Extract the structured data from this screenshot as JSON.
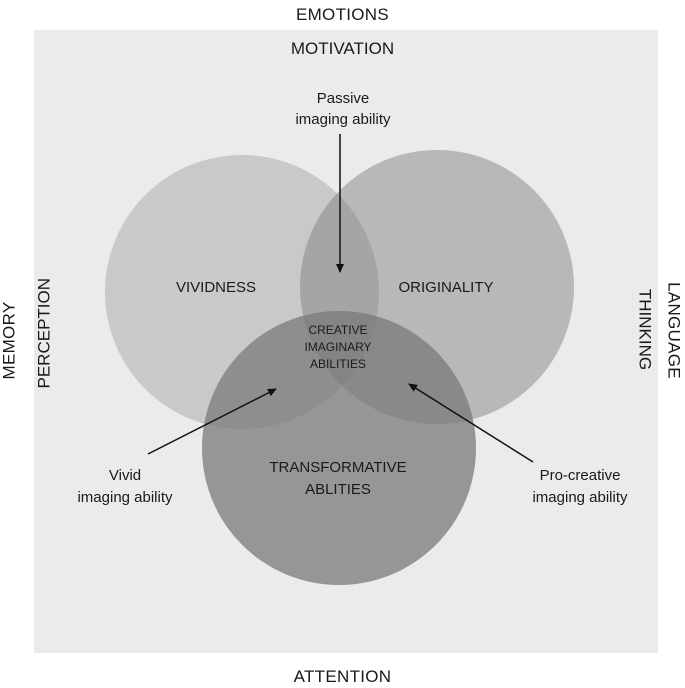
{
  "outer": {
    "top": "EMOTIONS",
    "bottom": "ATTENTION",
    "left": "MEMORY",
    "right": "LANGUAGE"
  },
  "inner": {
    "top": "MOTIVATION",
    "left": "PERCEPTION",
    "right": "THINKING"
  },
  "circles": {
    "vividness": "VIVIDNESS",
    "originality": "ORIGINALITY",
    "transformative": [
      "TRANSFORMATIVE",
      "ABLITIES"
    ],
    "center": [
      "CREATIVE",
      "IMAGINARY",
      "ABILITIES"
    ]
  },
  "annotations": {
    "passive": [
      "Passive",
      "imaging ability"
    ],
    "vivid": [
      "Vivid",
      "imaging ability"
    ],
    "procreative": [
      "Pro-creative",
      "imaging ability"
    ]
  },
  "colors": {
    "background_box": "#ebebeb",
    "circle_fill": "#7a7a7a",
    "text": "#1a1a1a"
  }
}
